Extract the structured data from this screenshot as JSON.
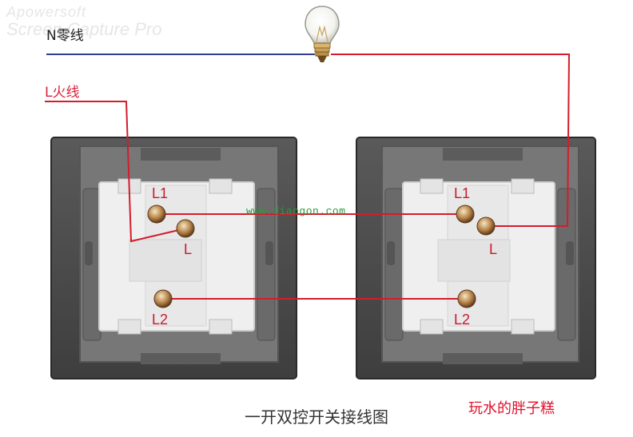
{
  "watermark": {
    "line1": "Apowersoft",
    "line2": "Screen Capture Pro"
  },
  "labels": {
    "neutral": "N零线",
    "live": "L火线",
    "site": "www.diangon.com",
    "caption": "一开双控开关接线图",
    "author": "玩水的胖子糕"
  },
  "switches": [
    {
      "terminals": [
        "L1",
        "L",
        "L2"
      ]
    },
    {
      "terminals": [
        "L1",
        "L",
        "L2"
      ]
    }
  ],
  "colors": {
    "neutral_wire": "#2f3f8f",
    "live_wire": "#d41c2c",
    "frame": "#4f4f4f",
    "module": "#eeeeee"
  },
  "icons": {
    "lamp": "light-bulb-icon"
  }
}
